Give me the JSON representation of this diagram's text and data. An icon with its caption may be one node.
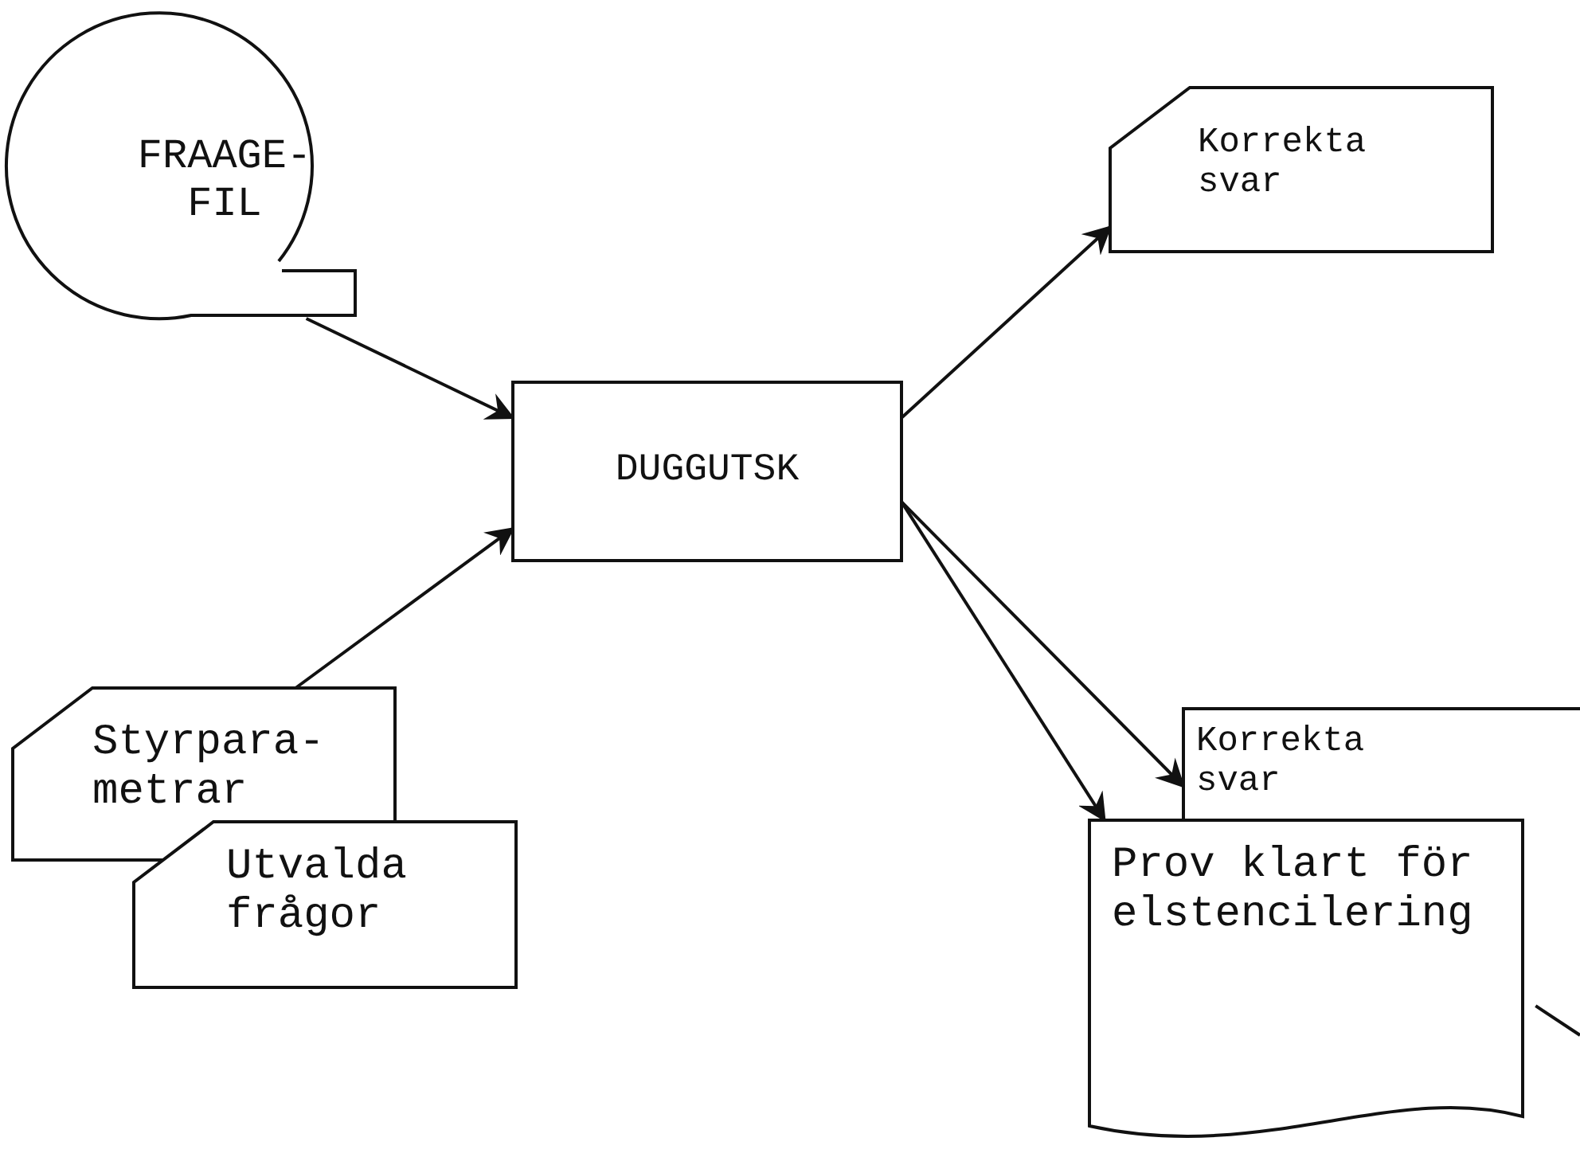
{
  "diagram": {
    "nodes": [
      {
        "text": [
          "FRAAGE- FIL"
        ]
      },
      {
        "text": [
          "DUGGUTSK"
        ]
      },
      {
        "text": [
          "Styrpara- metrar"
        ]
      },
      {
        "text": [
          "Utvalda frågor"
        ]
      },
      {
        "text": [
          "Korrekta svar"
        ]
      },
      {
        "text": [
          "Korrekta svar"
        ]
      },
      {
        "text": [
          "Prov klart för elstencilering"
        ]
      }
    ],
    "edges": [
      {
        "from": 0,
        "to": 1,
        "arrow": "to"
      },
      {
        "from": 2,
        "to": 1,
        "arrow": "to"
      },
      {
        "from": 1,
        "to": 4,
        "arrow": "to"
      },
      {
        "from": 1,
        "to": 5,
        "arrow": "to"
      },
      {
        "from": 1,
        "to": 6,
        "arrow": "to"
      },
      {
        "from": 6,
        "to": null,
        "arrow": "none"
      }
    ]
  }
}
